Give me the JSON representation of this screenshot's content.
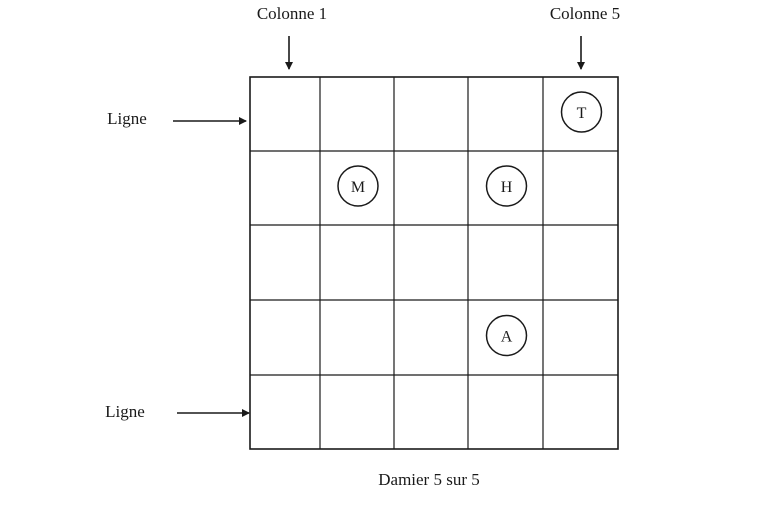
{
  "labels": {
    "column_first": "Colonne 1",
    "column_last": "Colonne 5",
    "row_top": "Ligne",
    "row_bottom": "Ligne",
    "caption": "Damier 5 sur 5"
  },
  "board": {
    "rows": 5,
    "cols": 5,
    "pieces": [
      {
        "letter": "T",
        "row": 1,
        "col": 5
      },
      {
        "letter": "M",
        "row": 2,
        "col": 2
      },
      {
        "letter": "H",
        "row": 2,
        "col": 4
      },
      {
        "letter": "A",
        "row": 4,
        "col": 4
      }
    ]
  }
}
